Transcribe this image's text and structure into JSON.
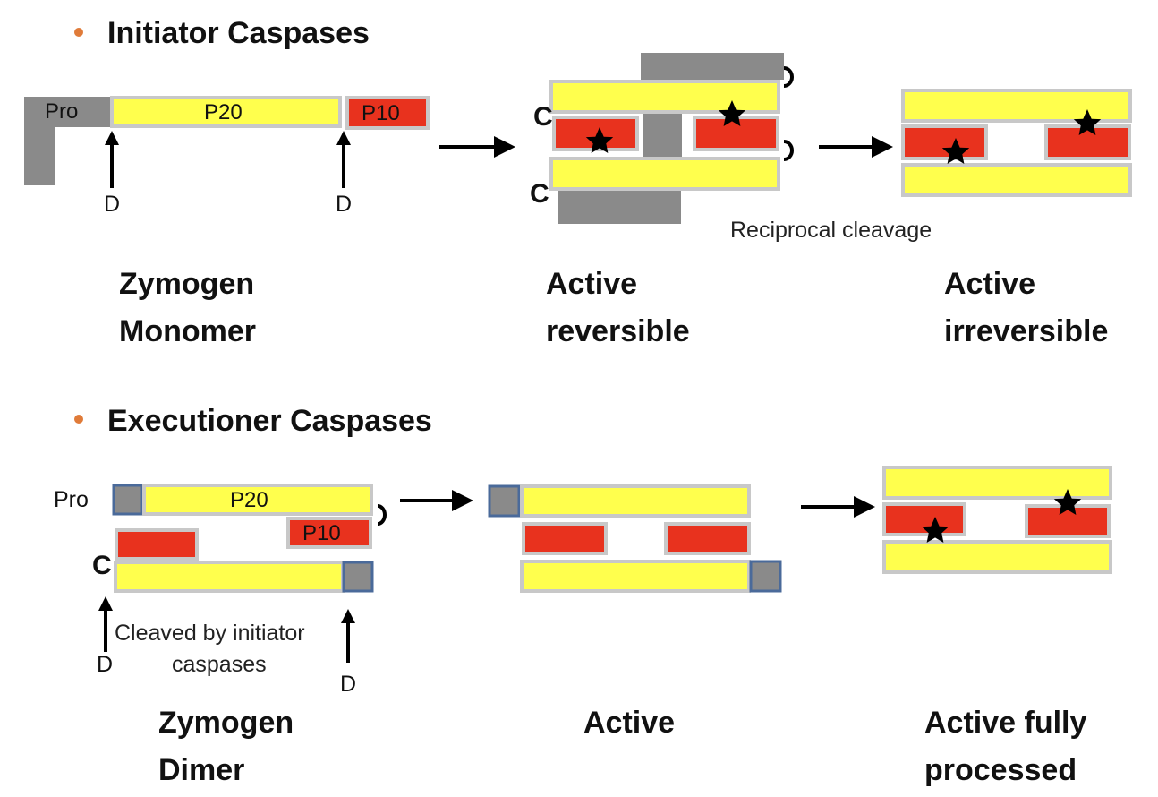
{
  "initiator": {
    "title": "Initiator Caspases",
    "pro_label": "Pro",
    "p20_label": "P20",
    "p10_label": "P10",
    "d_label_left": "D",
    "d_label_right": "D",
    "c_top": "C",
    "c_bottom": "C",
    "note": "Reciprocal cleavage",
    "stages": [
      {
        "line1": "Zymogen",
        "line2": "Monomer"
      },
      {
        "line1": "Active",
        "line2": "reversible"
      },
      {
        "line1": "Active",
        "line2": "irreversible"
      }
    ]
  },
  "executioner": {
    "title": "Executioner Caspases",
    "pro_label": "Pro",
    "p20_label": "P20",
    "p10_label": "P10",
    "c_label": "C",
    "d_label_left": "D",
    "d_label_right": "D",
    "note_line1": "Cleaved by initiator",
    "note_line2": "caspases",
    "stages": [
      {
        "line1": "Zymogen",
        "line2": "Dimer"
      },
      {
        "line1": "Active",
        "line2": ""
      },
      {
        "line1": "Active fully",
        "line2": "processed"
      }
    ]
  },
  "colors": {
    "yellow": "#ffff4d",
    "red": "#e8321e",
    "gray": "#8a8a8a",
    "bullet": "#e07b39"
  }
}
